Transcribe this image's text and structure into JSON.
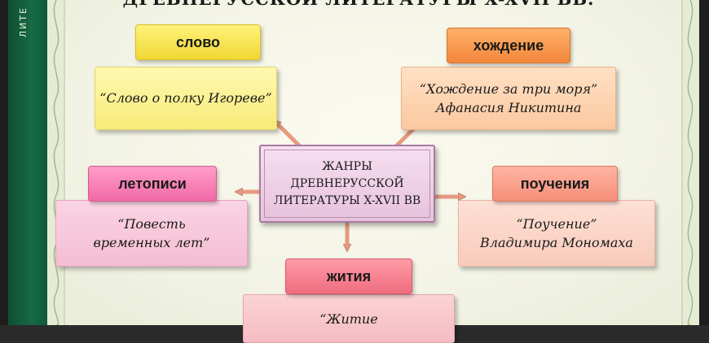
{
  "side_text": "ЛИТЕ",
  "title": "ДРЕВНЕРУССКОЙ ЛИТЕРАТУРЫ X-XVII ВВ.",
  "center": "ЖАНРЫ\nДРЕВНЕРУССКОЙ\nЛИТЕРАТУРЫ X-XVII ВВ",
  "genres": [
    {
      "label": "слово",
      "example": "“Слово о полку Игореве”",
      "color": "#f0d833"
    },
    {
      "label": "хождение",
      "example": "“Хождение за три моря”\nАфанасия Никитина",
      "color": "#f2873b"
    },
    {
      "label": "летописи",
      "example": "“Повесть\nвременных лет”",
      "color": "#f16aa6"
    },
    {
      "label": "поучения",
      "example": "“Поучение”\nВладимира Мономаха",
      "color": "#f48f79"
    },
    {
      "label": "жития",
      "example": "“Житие",
      "color": "#ef6d7f"
    }
  ],
  "arrow_color": "#e59a80"
}
